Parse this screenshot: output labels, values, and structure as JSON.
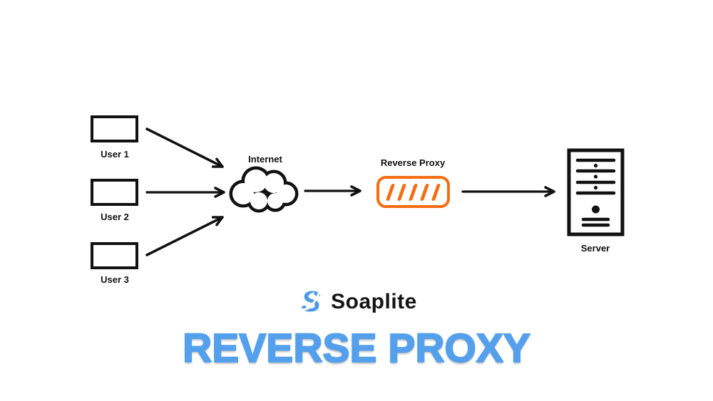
{
  "title": "REVERSE PROXY",
  "branding": {
    "logo_text": "Soaplite",
    "logo_icon": "soaplite-s-icon"
  },
  "diagram": {
    "nodes": {
      "user1": {
        "label": "User 1",
        "shape": "rectangle"
      },
      "user2": {
        "label": "User 2",
        "shape": "rectangle"
      },
      "user3": {
        "label": "User 3",
        "shape": "rectangle"
      },
      "internet": {
        "label": "Internet",
        "icon": "cloud-icon"
      },
      "reverse_proxy": {
        "label": "Reverse Proxy",
        "icon": "proxy-slashes-icon",
        "slash_count": 5
      },
      "server": {
        "label": "Server",
        "icon": "server-tower-icon"
      }
    },
    "connections": [
      {
        "from": "user1",
        "to": "internet"
      },
      {
        "from": "user2",
        "to": "internet"
      },
      {
        "from": "user3",
        "to": "internet"
      },
      {
        "from": "internet",
        "to": "reverse_proxy"
      },
      {
        "from": "reverse_proxy",
        "to": "server"
      }
    ]
  },
  "colors": {
    "ink": "#111111",
    "orange": "#F76C12",
    "blue": "#54A0EC",
    "logo-blue": "#4D9BE8",
    "bg": "#FFFFFF"
  }
}
